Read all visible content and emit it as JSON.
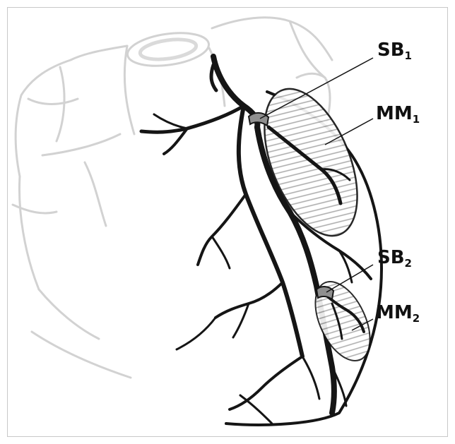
{
  "labels": {
    "sb1": {
      "main": "SB",
      "sub": "1"
    },
    "mm1": {
      "main": "MM",
      "sub": "1"
    },
    "sb2": {
      "main": "SB",
      "sub": "2"
    },
    "mm2": {
      "main": "MM",
      "sub": "2"
    }
  },
  "colors": {
    "outline_faint": "#d0d0d0",
    "vessel": "#151515",
    "hatch": "#9a9a9a",
    "bridge_fill": "#8f8f8f",
    "text": "#111111"
  }
}
